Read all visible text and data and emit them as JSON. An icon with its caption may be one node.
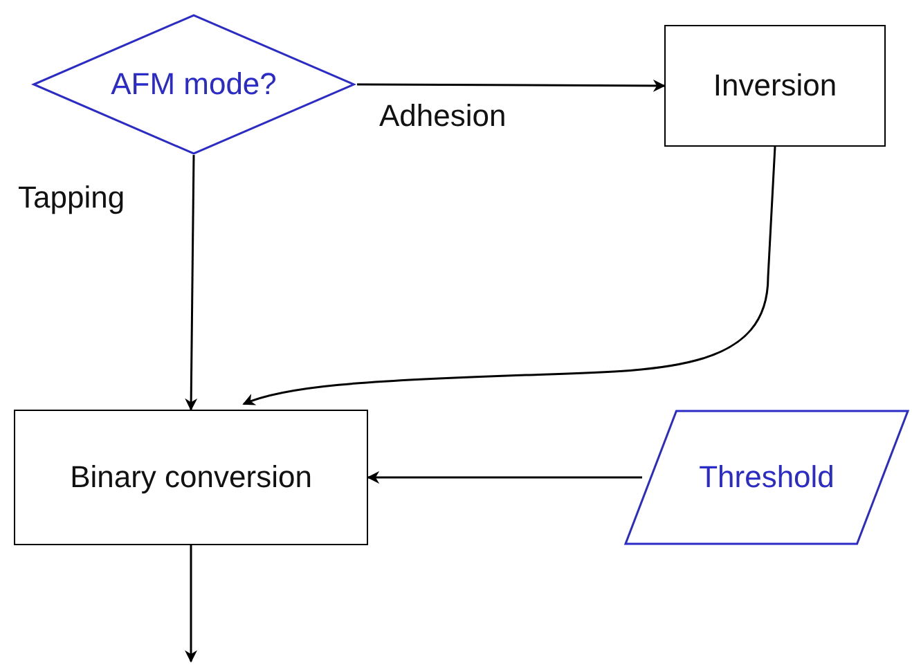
{
  "diagram": {
    "nodes": [
      {
        "text": [
          "AFM mode?"
        ]
      },
      {
        "text": [
          "Inversion"
        ]
      },
      {
        "text": [
          "Binary conversion"
        ]
      },
      {
        "text": [
          "Threshold"
        ]
      }
    ],
    "edges": [
      {
        "from": 0,
        "to": 1,
        "arrow": "to",
        "label": "Adhesion"
      },
      {
        "from": 0,
        "to": 2,
        "arrow": "to",
        "label": "Tapping"
      },
      {
        "from": 1,
        "to": 2,
        "arrow": "to"
      },
      {
        "from": 3,
        "to": 2,
        "arrow": "to"
      },
      {
        "from": 2,
        "to": null,
        "arrow": "to"
      }
    ]
  }
}
